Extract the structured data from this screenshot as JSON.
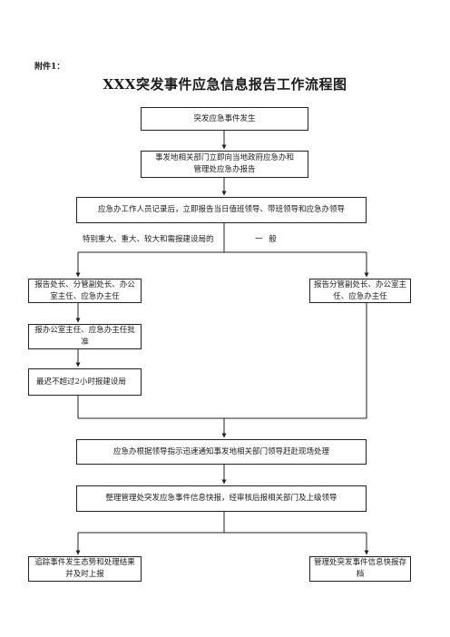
{
  "attachment_label": "附件1：",
  "title": "XXX突发事件应急信息报告工作流程图",
  "nodes": {
    "start": "突发应急事件发生",
    "dept_report": "事发地相关部门立即向当地政府应急办和管理处应急办报告",
    "office_record": "应急办工作人员记录后，立即报告当日值班领导、带班领导和应急办领导",
    "major_branch_label": "特别重大、重大、较大和需报建设局的",
    "general_branch_label": "一 般",
    "report_leaders_left": "报告处长、分管副处长、办公室主任、应急办主任",
    "report_leaders_right": "报告分管副处长、办公室主任、应急办主任",
    "director_approve": "报办公室主任、应急办主任批准",
    "report_bureau": "最迟不超过2小时报建设局",
    "notify_dept": "应急办根据领导指示迅速通知事发地相关部门领导赶赴现场处理",
    "compile_report": "整理管理处突发应急事件信息快报，经审核后报相关部门及上级领导",
    "track_event": "追踪事件发生态势和处理结果并及时上报",
    "archive_report": "管理处突发事件信息快报存档"
  }
}
